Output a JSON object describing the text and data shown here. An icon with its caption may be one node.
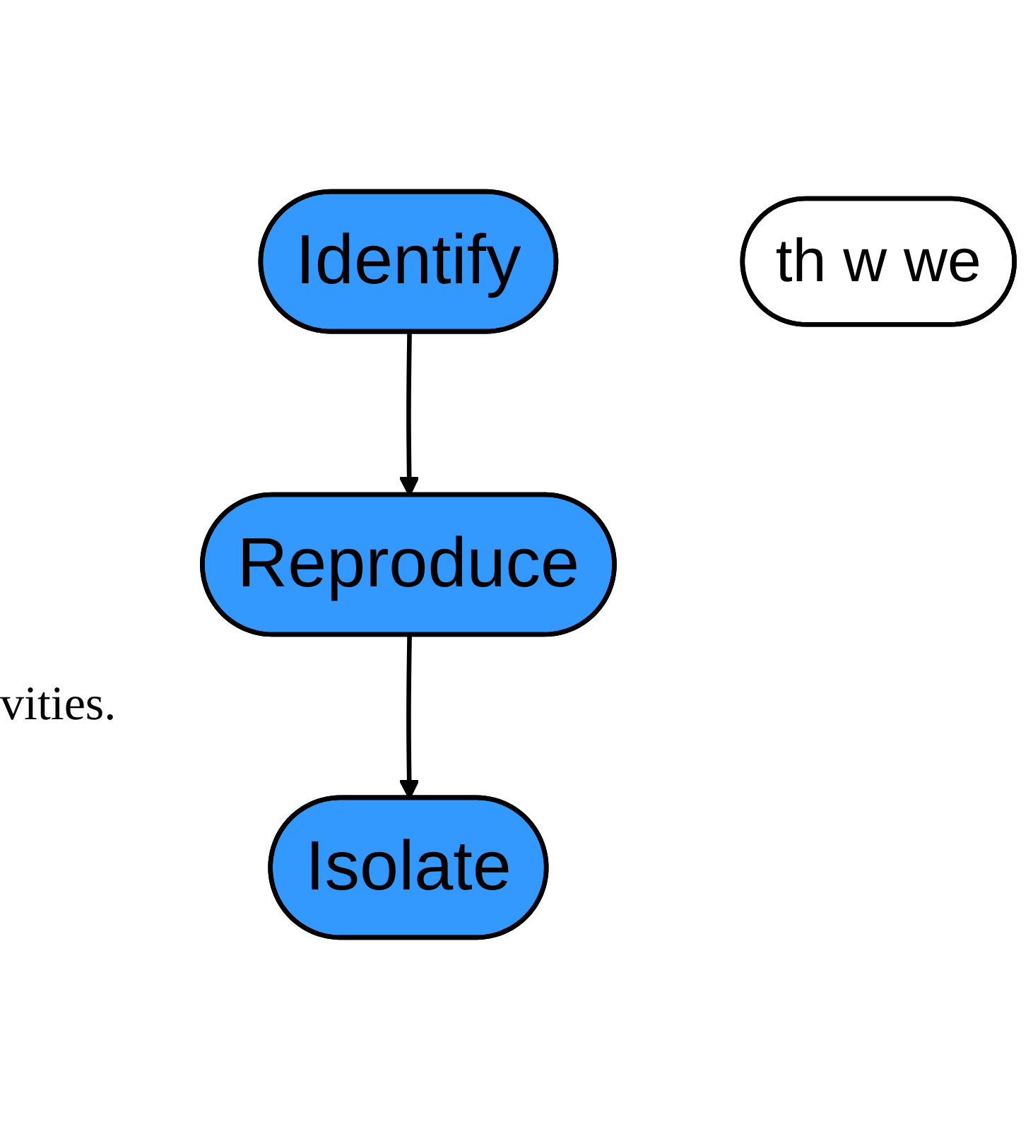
{
  "diagram": {
    "nodes": [
      {
        "text": [
          "Identify"
        ]
      },
      {
        "text": [
          "Reproduce"
        ]
      },
      {
        "text": [
          "Isolate"
        ]
      },
      {
        "text": [
          "th w we"
        ]
      }
    ],
    "edges": [
      {
        "from": 0,
        "to": 1,
        "arrow": "to"
      },
      {
        "from": 1,
        "to": 2,
        "arrow": "to"
      }
    ],
    "labels": [
      "vities."
    ]
  }
}
